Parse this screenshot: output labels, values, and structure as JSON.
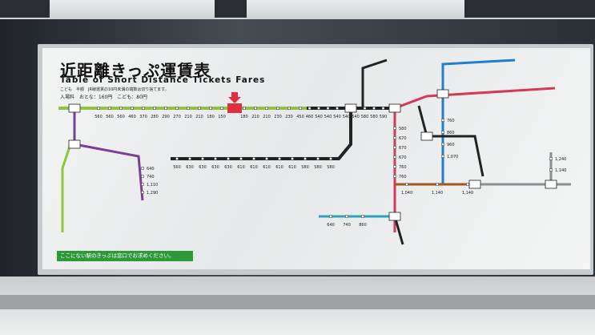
{
  "sign": {
    "title": "近距離きっぷ運賃表",
    "subtitle": "Table of Short Distance Tickets Fares",
    "note": "こども　半額　JR線運賃の10円未満の端数は切り捨てます。",
    "entry_fee": "入場料　おとな：160円　こども：80円",
    "banner": "ここにない駅のきっぷは窓口でお求めください。",
    "current_station_marker": "down-arrow-icon"
  },
  "lines": {
    "green": {
      "color": "#8cc63f",
      "fares": [
        "560",
        "560",
        "560",
        "460",
        "370",
        "280",
        "290",
        "270",
        "210",
        "210",
        "180",
        "150",
        "180",
        "210",
        "210",
        "230",
        "230"
      ]
    },
    "black_main": {
      "color": "#222222",
      "fares": [
        "450",
        "460",
        "540",
        "540",
        "540",
        "540",
        "540",
        "580",
        "580",
        "590"
      ]
    },
    "black_lower": {
      "color": "#222222",
      "fares": [
        "560",
        "630",
        "630",
        "630",
        "630",
        "610",
        "610",
        "610",
        "610",
        "610",
        "580",
        "580",
        "580"
      ]
    },
    "red": {
      "color": "#d23a55",
      "fares": [
        "580",
        "670",
        "670",
        "670",
        "760",
        "760"
      ]
    },
    "blue": {
      "color": "#1e7fcf",
      "fares": [
        "760",
        "860",
        "960",
        "1,070"
      ]
    },
    "brown": {
      "color": "#a0581e",
      "fares": [
        "1,040",
        "1,140",
        "1,140"
      ]
    },
    "purple": {
      "color": "#7b3f98",
      "fares": [
        "640",
        "740",
        "1,110",
        "1,290"
      ]
    },
    "teal": {
      "color": "#2aa5b8",
      "fares": [
        "640",
        "740",
        "860"
      ]
    },
    "gray": {
      "color": "#8a8f94",
      "fares": [
        "1,240",
        "1,140"
      ]
    },
    "current_station_color": "#e03040"
  }
}
